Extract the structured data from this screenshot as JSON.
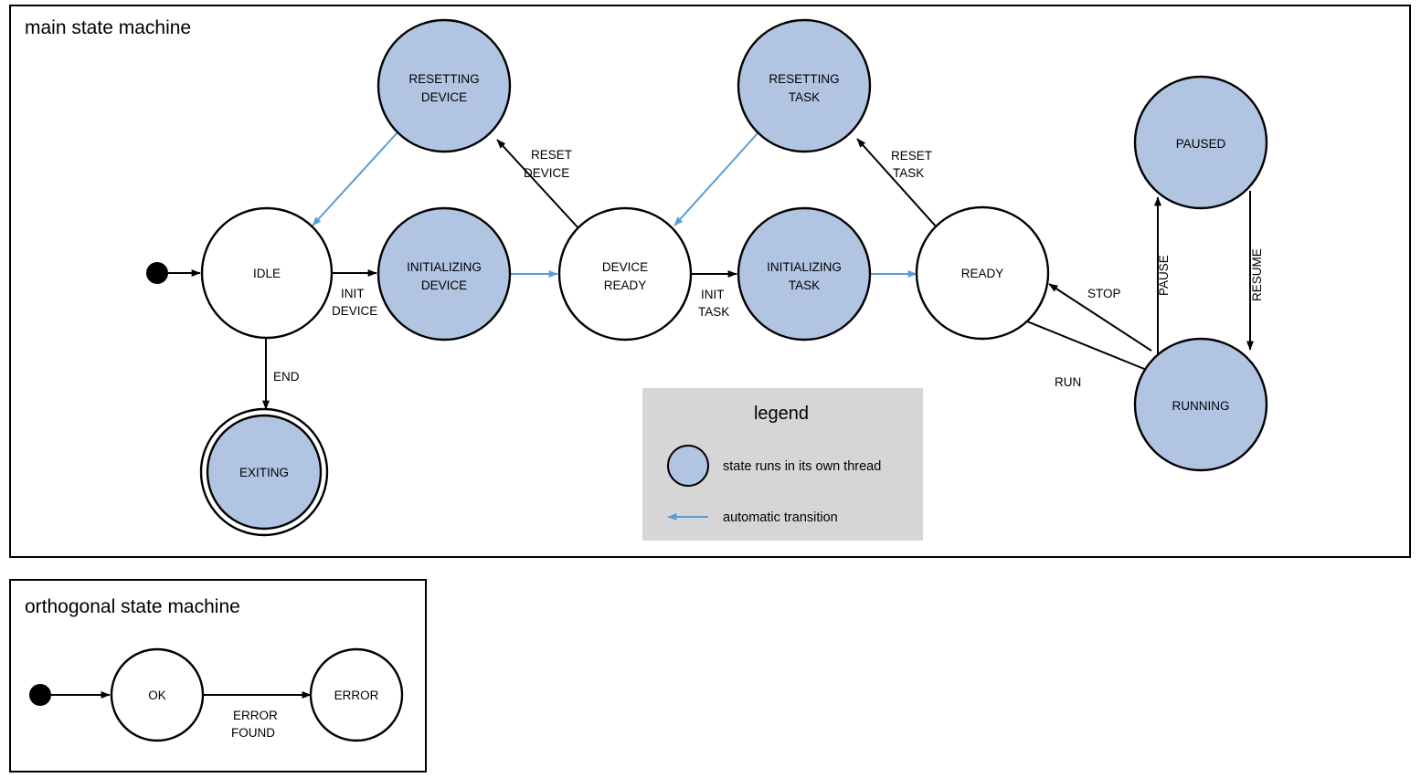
{
  "diagram": {
    "title": "main state machine",
    "colors": {
      "thread_state_fill": "#b1c5e3",
      "plain_state_fill": "#ffffff",
      "auto_transition": "#5b9bd5",
      "manual_transition": "#000000",
      "legend_background": "#d6d6d6",
      "frame_stroke": "#000000"
    }
  },
  "main": {
    "title": "main state machine",
    "states": [
      {
        "id": "idle",
        "label_line1": "IDLE",
        "label_line2": "",
        "thread": false,
        "final": false
      },
      {
        "id": "resetting-device",
        "label_line1": "RESETTING",
        "label_line2": "DEVICE",
        "thread": true,
        "final": false
      },
      {
        "id": "initializing-device",
        "label_line1": "INITIALIZING",
        "label_line2": "DEVICE",
        "thread": true,
        "final": false
      },
      {
        "id": "device-ready",
        "label_line1": "DEVICE",
        "label_line2": "READY",
        "thread": false,
        "final": false
      },
      {
        "id": "resetting-task",
        "label_line1": "RESETTING",
        "label_line2": "TASK",
        "thread": true,
        "final": false
      },
      {
        "id": "initializing-task",
        "label_line1": "INITIALIZING",
        "label_line2": "TASK",
        "thread": true,
        "final": false
      },
      {
        "id": "ready",
        "label_line1": "READY",
        "label_line2": "",
        "thread": false,
        "final": false
      },
      {
        "id": "paused",
        "label_line1": "PAUSED",
        "label_line2": "",
        "thread": true,
        "final": false
      },
      {
        "id": "running",
        "label_line1": "RUNNING",
        "label_line2": "",
        "thread": true,
        "final": false
      },
      {
        "id": "exiting",
        "label_line1": "EXITING",
        "label_line2": "",
        "thread": true,
        "final": true
      }
    ],
    "transitions": [
      {
        "id": "start-to-idle",
        "label_line1": "",
        "label_line2": "",
        "automatic": false
      },
      {
        "id": "idle-to-initializing-device",
        "label_line1": "INIT",
        "label_line2": "DEVICE",
        "automatic": false
      },
      {
        "id": "initializing-device-to-device-ready",
        "label_line1": "",
        "label_line2": "",
        "automatic": true
      },
      {
        "id": "device-ready-to-resetting-device",
        "label_line1": "RESET",
        "label_line2": "DEVICE",
        "automatic": false
      },
      {
        "id": "resetting-device-to-idle",
        "label_line1": "",
        "label_line2": "",
        "automatic": true
      },
      {
        "id": "idle-to-exiting",
        "label_line1": "END",
        "label_line2": "",
        "automatic": false
      },
      {
        "id": "device-ready-to-initializing-task",
        "label_line1": "INIT",
        "label_line2": "TASK",
        "automatic": false
      },
      {
        "id": "initializing-task-to-ready",
        "label_line1": "",
        "label_line2": "",
        "automatic": true
      },
      {
        "id": "ready-to-resetting-task",
        "label_line1": "RESET",
        "label_line2": "TASK",
        "automatic": false
      },
      {
        "id": "resetting-task-to-device-ready",
        "label_line1": "",
        "label_line2": "",
        "automatic": true
      },
      {
        "id": "ready-to-running",
        "label_line1": "RUN",
        "label_line2": "",
        "automatic": false
      },
      {
        "id": "running-to-ready",
        "label_line1": "STOP",
        "label_line2": "",
        "automatic": false
      },
      {
        "id": "running-to-paused",
        "label_line1": "PAUSE",
        "label_line2": "",
        "automatic": false
      },
      {
        "id": "paused-to-running",
        "label_line1": "RESUME",
        "label_line2": "",
        "automatic": false
      }
    ],
    "labels": {
      "init_device_1": "INIT",
      "init_device_2": "DEVICE",
      "reset_device_1": "RESET",
      "reset_device_2": "DEVICE",
      "end": "END",
      "init_task_1": "INIT",
      "init_task_2": "TASK",
      "reset_task_1": "RESET",
      "reset_task_2": "TASK",
      "run": "RUN",
      "stop": "STOP",
      "pause": "PAUSE",
      "resume": "RESUME"
    },
    "state_labels": {
      "idle": "IDLE",
      "resetting_device_1": "RESETTING",
      "resetting_device_2": "DEVICE",
      "initializing_device_1": "INITIALIZING",
      "initializing_device_2": "DEVICE",
      "device_ready_1": "DEVICE",
      "device_ready_2": "READY",
      "resetting_task_1": "RESETTING",
      "resetting_task_2": "TASK",
      "initializing_task_1": "INITIALIZING",
      "initializing_task_2": "TASK",
      "ready": "READY",
      "paused": "PAUSED",
      "running": "RUNNING",
      "exiting": "EXITING"
    }
  },
  "legend": {
    "title": "legend",
    "items": [
      {
        "id": "thread-state",
        "type": "circle",
        "text": "state runs in its own thread"
      },
      {
        "id": "automatic-transition",
        "type": "arrow",
        "text": "automatic transition"
      }
    ],
    "thread_text": "state runs in its own thread",
    "arrow_text": "automatic transition"
  },
  "orthogonal": {
    "title": "orthogonal state machine",
    "states": [
      {
        "id": "ok",
        "label": "OK",
        "thread": false
      },
      {
        "id": "error",
        "label": "ERROR",
        "thread": false
      }
    ],
    "state_labels": {
      "ok": "OK",
      "error": "ERROR"
    },
    "transitions": [
      {
        "id": "start-to-ok",
        "label_line1": "",
        "label_line2": ""
      },
      {
        "id": "ok-to-error",
        "label_line1": "ERROR",
        "label_line2": "FOUND"
      }
    ],
    "labels": {
      "error_found_1": "ERROR",
      "error_found_2": "FOUND"
    }
  }
}
